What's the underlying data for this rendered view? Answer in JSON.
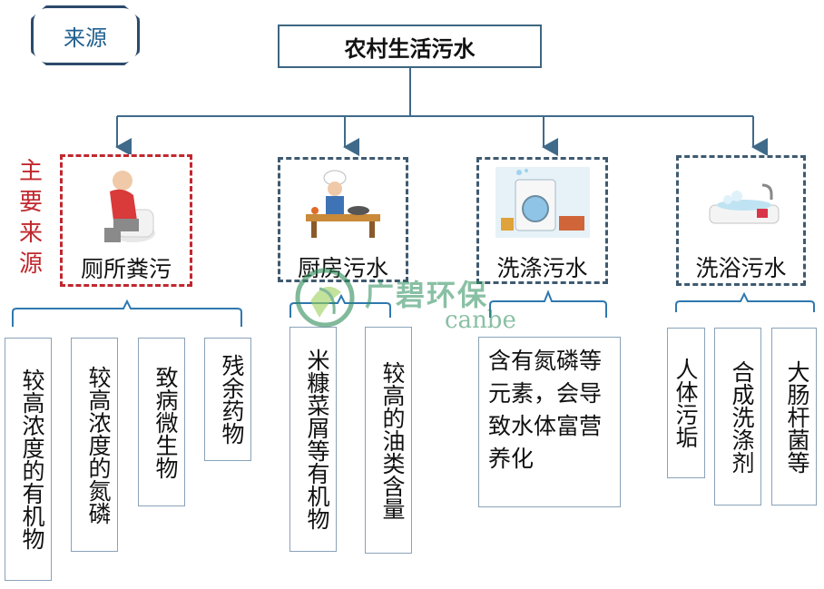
{
  "source_tag": "来源",
  "root_title": "农村生活污水",
  "side_label": "主要来源",
  "categories": [
    {
      "label": "厕所粪污",
      "icon": "toilet-person-icon"
    },
    {
      "label": "厨房污水",
      "icon": "chef-cooking-icon"
    },
    {
      "label": "洗涤污水",
      "icon": "washing-machine-icon"
    },
    {
      "label": "洗浴污水",
      "icon": "bathtub-icon"
    }
  ],
  "leaves": {
    "toilet": [
      "较高浓度的有机物",
      "较高浓度的氮磷",
      "致病微生物",
      "残余药物"
    ],
    "kitchen": [
      "米糠菜屑等有机物",
      "较高的油类含量"
    ],
    "laundry": [
      "含有氮磷等元素，会导致水体富营养化"
    ],
    "bath": [
      "人体污垢",
      "合成洗涤剂",
      "大肠杆菌等"
    ]
  },
  "watermark": {
    "brand": "广碧环保",
    "sub": "canbe"
  },
  "colors": {
    "line": "#3f6a8a",
    "accent_red": "#c0282e",
    "brand_green": "#2f8c5a"
  }
}
